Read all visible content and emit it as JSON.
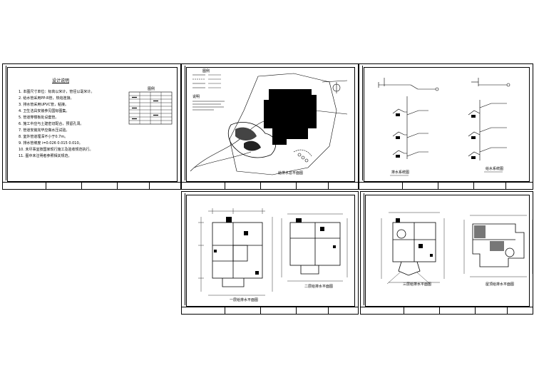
{
  "sheets": [
    {
      "id": "design-notes",
      "title": "设计说明",
      "legend_title": "图例",
      "note_lines": [
        "1. 本图尺寸单位：标高以米计，管径以毫米计。",
        "2. 给水管采用PP-R管，热熔连接。",
        "3. 排水管采用UPVC管，粘接。",
        "4. 卫生洁具安装参见国标图集。",
        "5. 管道穿楼板处设套管。",
        "6. 施工中应与土建密切配合，预留孔洞。",
        "7. 管道安装完毕应做水压试验。",
        "8. 室外管道埋深不小于0.7m。",
        "9. 排水管坡度 i=0.026 0.015 0.010。",
        "10. 未尽事宜按国家现行施工及验收规范执行。",
        "11. 图中未注明者参照相关规范。"
      ]
    },
    {
      "id": "site-plan",
      "title": "给排水总平面图",
      "legend_title": "图例",
      "note_title": "说明"
    },
    {
      "id": "riser-diagram",
      "title": "给水系统图",
      "label_left": "排水系统图"
    },
    {
      "id": "floor-plan-1",
      "title": "一层给排水平面图",
      "title_right": "二层给排水平面图"
    },
    {
      "id": "floor-plan-2",
      "title": "三层给排水平面图",
      "title_right": "屋顶给排水平面图"
    }
  ]
}
